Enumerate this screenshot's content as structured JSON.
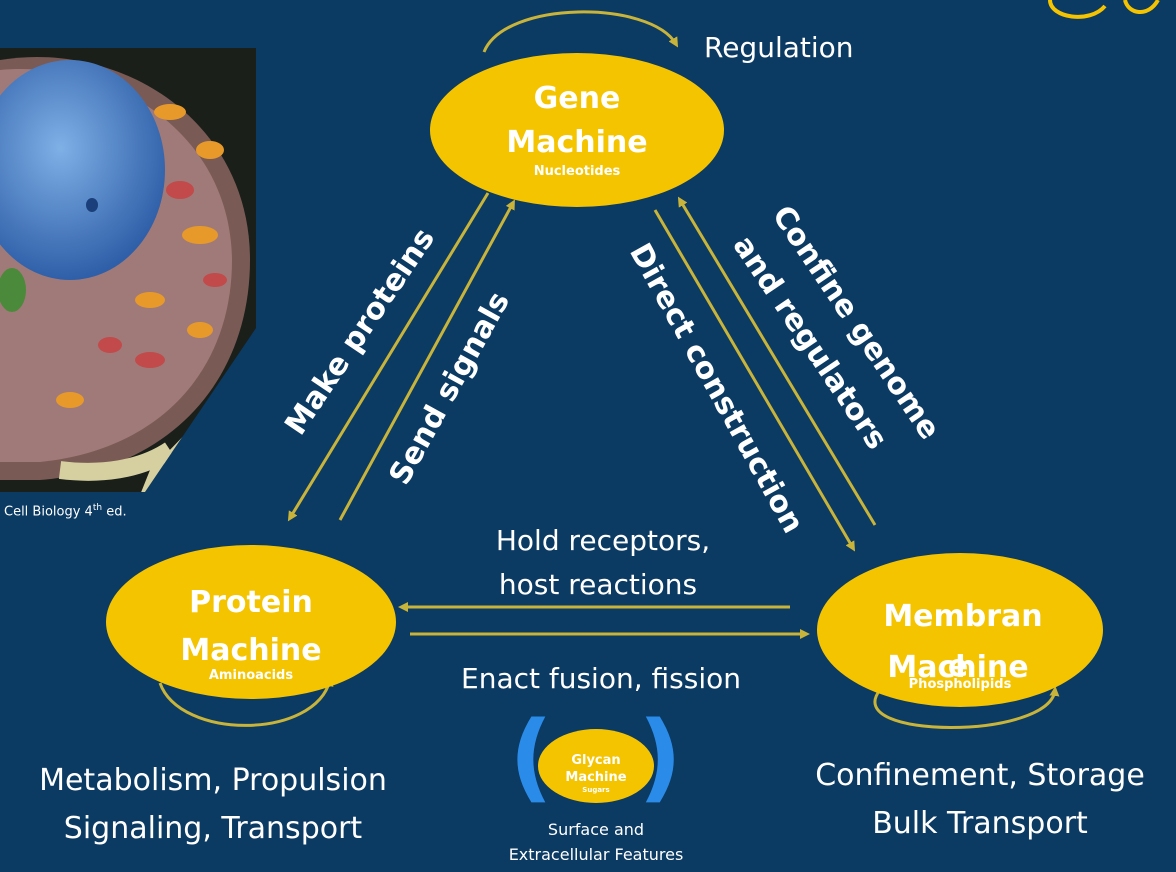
{
  "image_caption": {
    "prefix": "Cell Biology  4",
    "superscript": "th",
    "suffix": " ed."
  },
  "nodes": {
    "gene": {
      "line1": "Gene",
      "line2": "Machine",
      "sub": "Nucleotides"
    },
    "protein": {
      "line1": "Protein",
      "line2": "Machine",
      "sub": "Aminoacids"
    },
    "membrane": {
      "line1": "Membran",
      "line1b": "e",
      "line2": "Machine",
      "sub": "Phospholipids"
    },
    "glycan": {
      "line1": "Glycan",
      "line2": "Machine",
      "sub": "Sugars"
    }
  },
  "edge_labels": {
    "regulation": "Regulation",
    "make_proteins": "Make proteins",
    "send_signals": "Send signals",
    "direct_construction": "Direct construction",
    "confine_line1": "Confine genome",
    "confine_line2": "and regulators",
    "hold_line1": "Hold receptors,",
    "hold_line2": "host reactions",
    "enact": "Enact fusion, fission"
  },
  "captions": {
    "protein_line1": "Metabolism, Propulsion",
    "protein_line2": "Signaling, Transport",
    "membrane_line1": "Confinement, Storage",
    "membrane_line2": "Bulk Transport",
    "glycan_line1": "Surface and",
    "glycan_line2": "Extracellular Features"
  },
  "colors": {
    "background": "#0b3a63",
    "node_fill": "#f5c400",
    "arrow": "#c8b43a",
    "title_accent": "#f5c400",
    "bracket": "#2a8be8"
  }
}
